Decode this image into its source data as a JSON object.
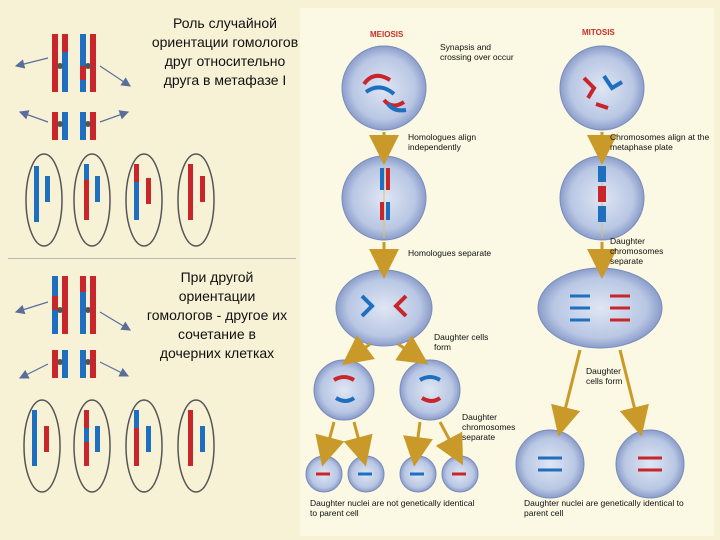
{
  "left_panel": {
    "top_text": "Роль случайной ориентации гомологов друг относительно друга в метафазе I",
    "bottom_text": "При другой ориентации гомологов - другое их сочетание в дочерних клетках"
  },
  "figure": {
    "meiosis_title": "MEIOSIS",
    "mitosis_title": "MITOSIS",
    "labels": {
      "synapsis": "Synapsis and crossing over occur",
      "homologues_align": "Homologues align independently",
      "chromosomes_align": "Chromosomes align at the metaphase plate",
      "homologues_separate": "Homologues separate",
      "daughter_chrom_separate_mitosis": "Daughter chromosomes separate",
      "daughter_cells_form_meiosis": "Daughter cells form",
      "daughter_cells_form_mitosis": "Daughter cells form",
      "daughter_chrom_separate_meiosis": "Daughter chromosomes separate",
      "nuclei_not_identical": "Daughter nuclei are not genetically identical to parent cell",
      "nuclei_identical": "Daughter nuclei are genetically identical to parent cell"
    }
  },
  "colors": {
    "background": "#f7f1d6",
    "chromosome_red": "#c8262a",
    "chromosome_blue": "#1f6fc0",
    "cell_fill": "#b9c7e4",
    "arrow": "#c99a2a"
  }
}
